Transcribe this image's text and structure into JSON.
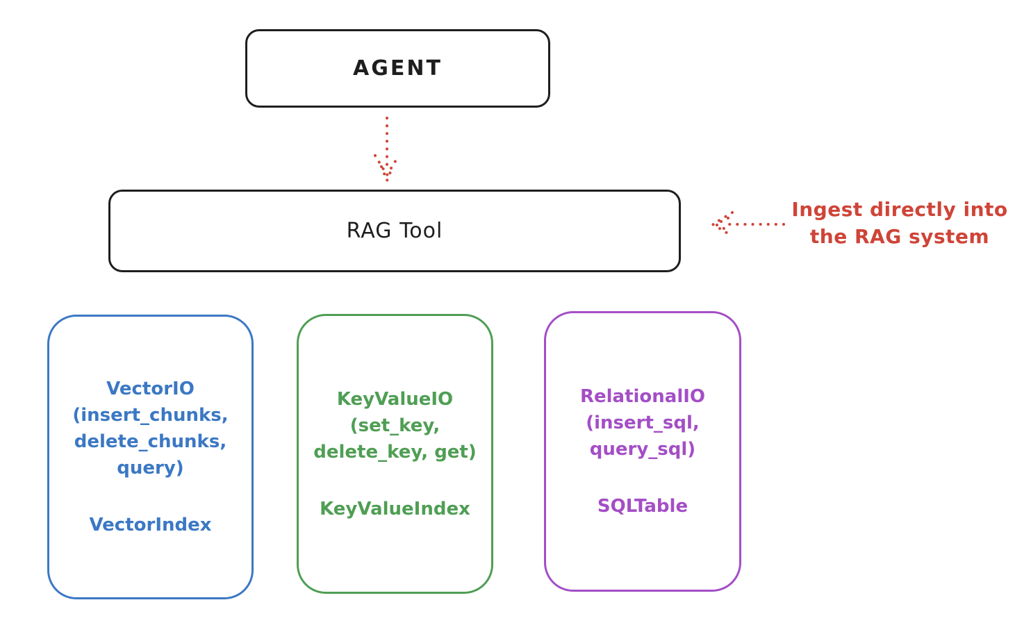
{
  "colors": {
    "ink": "#1e1e1e",
    "red": "#cf4438",
    "blue": "#3b78c4",
    "green": "#4f9e54",
    "purple": "#a44ec6",
    "background": "#ffffff"
  },
  "agent_box": {
    "label": "AGENT"
  },
  "rag_tool_box": {
    "label": "RAG Tool"
  },
  "annotation": {
    "text": "Ingest directly into\nthe RAG system"
  },
  "backends": [
    {
      "name": "VectorIO",
      "color": "#3b78c4",
      "io_text": "VectorIO\n(insert_chunks,\ndelete_chunks,\nquery)",
      "index_text": "VectorIndex"
    },
    {
      "name": "KeyValueIO",
      "color": "#4f9e54",
      "io_text": "KeyValueIO\n(set_key,\ndelete_key, get)",
      "index_text": "KeyValueIndex"
    },
    {
      "name": "RelationalIO",
      "color": "#a44ec6",
      "io_text": "RelationalIO\n(insert_sql,\nquery_sql)",
      "index_text": "SQLTable"
    }
  ]
}
